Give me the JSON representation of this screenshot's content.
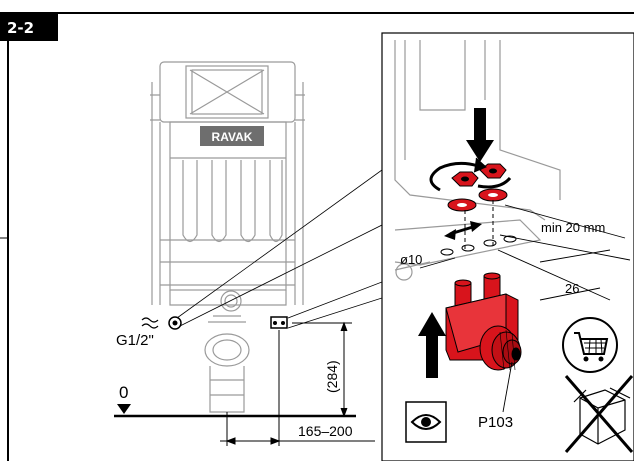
{
  "step": {
    "label": "2-2"
  },
  "brand": {
    "logo_text": "RAVAK"
  },
  "left_view": {
    "thread_label": "G1/2\"",
    "zero_label": "0",
    "height_label": "(284)",
    "range_label": "165–200"
  },
  "detail_view": {
    "min_gap_label": "min 20 mm",
    "diameter_label": "ø10",
    "distance_label": "26",
    "part_label": "P103"
  },
  "icons": [
    "eye-icon",
    "shopping-cart-icon",
    "crossed-box-icon",
    "rotate-arrow-icon",
    "down-arrow-icon",
    "up-arrow-icon"
  ],
  "colors": {
    "accent_red": "#d8141c",
    "badge": "#000000",
    "line": "#000000",
    "fixture": "#9a9a9a"
  }
}
